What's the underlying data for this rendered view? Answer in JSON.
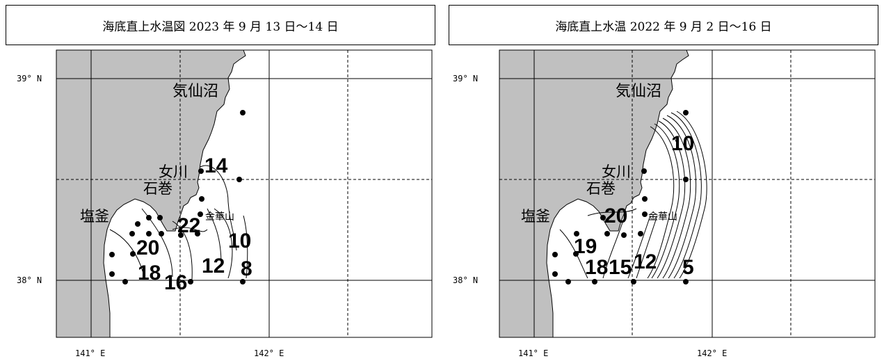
{
  "panels": [
    {
      "title": "海底直上水温図 2023 年 9 月 13 日～14 日",
      "lat_labels": [
        "39° N",
        "38° N"
      ],
      "lon_labels": [
        "141° E",
        "142° E"
      ],
      "places": {
        "kesennuma": "気仙沼",
        "onagawa": "女川",
        "ishinomaki": "石巻",
        "shiogama": "塩釜",
        "kinkasan": "金華山"
      },
      "isotherm_labels": [
        "14",
        "22",
        "20",
        "10",
        "18",
        "16",
        "12",
        "8"
      ]
    },
    {
      "title": "海底直上水温 2022 年 9 月 2 日～16 日",
      "lat_labels": [
        "39° N",
        "38° N"
      ],
      "lon_labels": [
        "141° E",
        "142° E"
      ],
      "places": {
        "kesennuma": "気仙沼",
        "onagawa": "女川",
        "ishinomaki": "石巻",
        "shiogama": "塩釜",
        "kinkasan": "金華山"
      },
      "isotherm_labels": [
        "10",
        "20",
        "19",
        "18",
        "15",
        "12",
        "5"
      ]
    }
  ]
}
